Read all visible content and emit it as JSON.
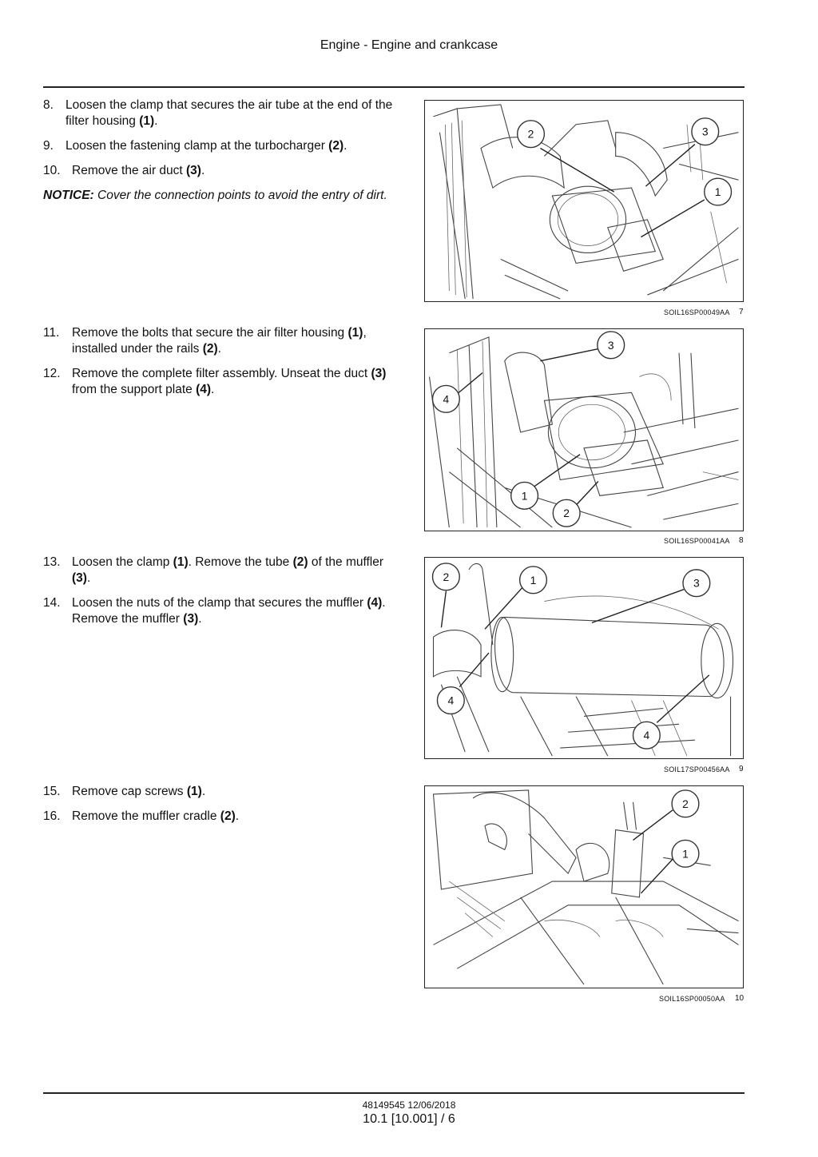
{
  "header": {
    "title": "Engine - Engine and crankcase"
  },
  "steps": [
    {
      "num": "8.",
      "before": "Loosen the clamp that secures the air tube at the end of the filter housing ",
      "ref": "(1)",
      "after": "."
    },
    {
      "num": "9.",
      "before": "Loosen the fastening clamp at the turbocharger ",
      "ref": "(2)",
      "after": "."
    },
    {
      "num": "10.",
      "before": "Remove the air duct ",
      "ref": "(3)",
      "after": "."
    },
    {
      "num": "11.",
      "p1": "Remove the bolts that secure the air filter housing ",
      "r1": "(1)",
      "p2": ", installed under the rails ",
      "r2": "(2)",
      "p3": "."
    },
    {
      "num": "12.",
      "p1": "Remove the complete filter assembly.  Unseat the duct ",
      "r1": "(3)",
      "p2": " from the support plate ",
      "r2": "(4)",
      "p3": "."
    },
    {
      "num": "13.",
      "p1": "Loosen the clamp ",
      "r1": "(1)",
      "p2": ".  Remove the tube ",
      "r2": "(2)",
      "p3": " of the muffler ",
      "r3": "(3)",
      "p4": "."
    },
    {
      "num": "14.",
      "p1": "Loosen the nuts of the clamp that secures the muffler ",
      "r1": "(4)",
      "p2": ".  Remove the muffler ",
      "r2": "(3)",
      "p3": "."
    },
    {
      "num": "15.",
      "before": "Remove cap screws ",
      "ref": "(1)",
      "after": "."
    },
    {
      "num": "16.",
      "before": "Remove the muffler cradle ",
      "ref": "(2)",
      "after": "."
    }
  ],
  "notice": {
    "label": "NOTICE:",
    "text": " Cover the connection points to avoid the entry of dirt."
  },
  "figures": [
    {
      "code": "SOIL16SP00049AA",
      "number": "7",
      "callouts": [
        "2",
        "3",
        "1"
      ]
    },
    {
      "code": "SOIL16SP00041AA",
      "number": "8",
      "callouts": [
        "3",
        "4",
        "1",
        "2"
      ]
    },
    {
      "code": "SOIL17SP00456AA",
      "number": "9",
      "callouts": [
        "2",
        "1",
        "3",
        "4",
        "4"
      ]
    },
    {
      "code": "SOIL16SP00050AA",
      "number": "10",
      "callouts": [
        "2",
        "1"
      ]
    }
  ],
  "footer": {
    "doc": "48149545 12/06/2018",
    "page": "10.1 [10.001] / 6"
  }
}
